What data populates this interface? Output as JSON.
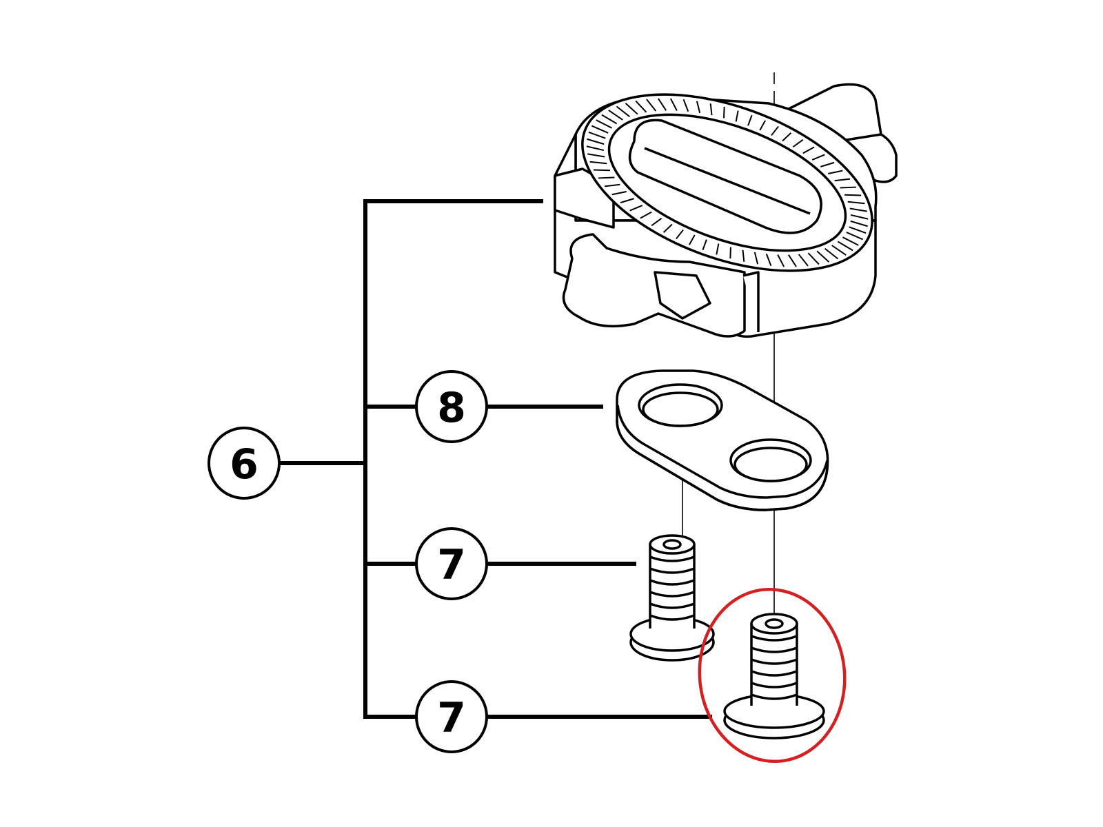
{
  "diagram": {
    "callouts": [
      {
        "id": "main",
        "number": "6"
      },
      {
        "id": "spacer",
        "number": "8"
      },
      {
        "id": "bolt-left",
        "number": "7"
      },
      {
        "id": "bolt-right",
        "number": "7"
      }
    ],
    "highlight": {
      "target": "bolt-right",
      "color": "#d42020"
    },
    "line_color": "#000000",
    "background_color": "#ffffff"
  }
}
